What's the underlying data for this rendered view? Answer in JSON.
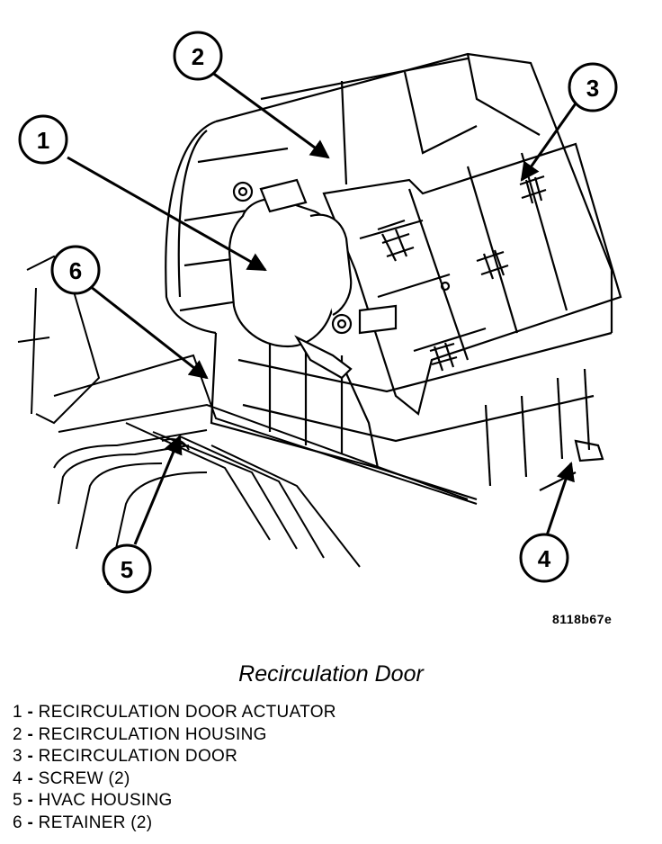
{
  "figure_id": "8118b67e",
  "caption": "Recirculation Door",
  "callouts": [
    "1",
    "2",
    "3",
    "4",
    "5",
    "6"
  ],
  "legend": [
    {
      "num": "1",
      "sep": " - ",
      "text": "RECIRCULATION DOOR ACTUATOR"
    },
    {
      "num": "2",
      "sep": " - ",
      "text": "RECIRCULATION HOUSING"
    },
    {
      "num": "3",
      "sep": " - ",
      "text": "RECIRCULATION DOOR"
    },
    {
      "num": "4",
      "sep": " - ",
      "text": "SCREW (2)"
    },
    {
      "num": "5",
      "sep": " - ",
      "text": "HVAC HOUSING"
    },
    {
      "num": "6",
      "sep": " - ",
      "text": "RETAINER (2)"
    }
  ]
}
